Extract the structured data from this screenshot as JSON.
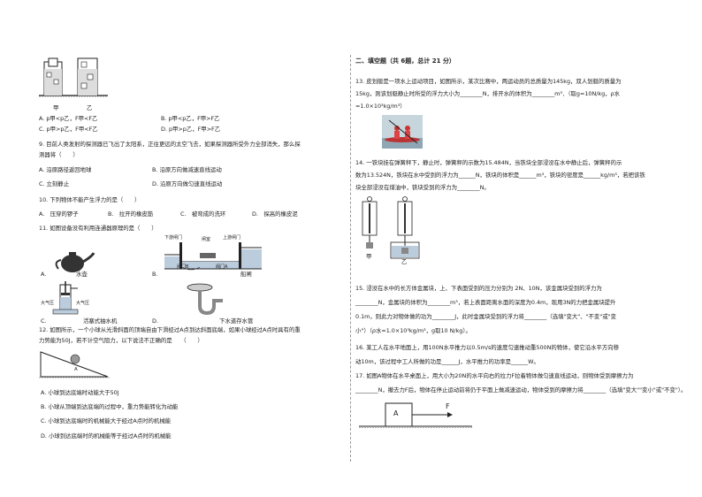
{
  "left": {
    "fig_jia": "甲",
    "fig_yi": "乙",
    "q8_opts": [
      "A. p甲<p乙，F甲<F乙",
      "B. p甲<p乙，F甲>F乙",
      "C. p甲>p乙，F甲<F乙",
      "D. p甲>p乙，F甲>F乙"
    ],
    "q9_stem1": "9.  目前人类发射的探测器已飞出了太阳系，正往更远的太空飞去，如果探测器所受外力全部消失，那么探",
    "q9_stem2": "测器将（　　）",
    "q9_opts": [
      "A. 沿原路径返回地球",
      "B. 沿原方向做减速直线运动",
      "C. 立刻静止",
      "D. 沿原方向做匀速直线运动"
    ],
    "q10_stem": "10.  下列物体不能产生浮力的是（　　）",
    "q10_opts": [
      "A.　压穿的锣子",
      "B.　拉开的橡皮筋",
      "C.　被弯成的洗环",
      "D.　探高的橡皮泥"
    ],
    "q11_stem": "11.  如图设备没有利用连通器原理的是（　　）",
    "q11_fig_labels": [
      "下游闸门",
      "闸室",
      "上游闸门",
      "阀门B",
      "阀门A",
      "船闸",
      "水壶",
      "大气压",
      "大气压",
      "活塞式抽水机",
      "下水道存水管"
    ],
    "q11_letters": [
      "A.",
      "B.",
      "C.",
      "D."
    ],
    "q12_stem1": "12.  如图所示，一个小球从光滑斜面的顶端自由下滑经过A点到达斜面底端，如果小球经过A点时具有的重",
    "q12_stem2": "力势能为50J，若不计空气阻力，以下说法不正确的是　　（　　）",
    "q12_opts": [
      "A. 小球到达底端时动能大于50J",
      "B. 小球从顶端到达底端的过程中，重力势能转化为动能",
      "C. 小球到达底端时的机械能大于经过A点时的机械能",
      "D. 小球到达底端时的机械能等于经过A点时的机械能"
    ]
  },
  "right": {
    "section_title": "二、填空题（共 6题，总计 21 分）",
    "q13": [
      "13.  皮划艇是一项水上运动项目，如图所示，某次比赛中，两运动员的总质量为145kg，双人划艇的质量为",
      "15kg，则该划艇静止时所受的浮力大小为________N，排开水的体积为________m³．（取g=10N/kg，ρ水",
      "=1.0×10³kg/m³）"
    ],
    "q14": [
      "14.  一铁块挂在弹簧秤下，静止时，弹簧秤的示数为15.484N，当铁块全部浸没在水中静止后，弹簧秤的示",
      "数为13.524N，铁块在水中受到的浮力为______N，铁块的体积是______m³，铁块的密度是______kg/m³，若把该铁",
      "块全部浸没在煤油中，铁块受到的浮力为________N。"
    ],
    "q14_labels": [
      "甲",
      "乙"
    ],
    "q15": [
      "15.  浸没在水中的长方体金属块，上、下表面受到的压力分别为 2N、10N，该金属块受到的浮力为",
      "________N，金属块的体积为________m³，若上表面距离水面的深度为0.4m，现用3N的力把金属块提升",
      "0.1m，则此力对物体做的功为________J，此时金属块受到的浮力将________（选填\"变大\"、\"不变\"或\"变",
      "小\"）（ρ水=1.0×10³kg/m³，g取10 N/kg）。"
    ],
    "q16": [
      "16.  某工人在水平地面上，用100N水平推力以0.5m/s的速度匀速推动重500N的物体，使它沿水平方向移",
      "动10m，该过程中工人所做的功是______J，水平推力的功率是______W。"
    ],
    "q17": [
      "17.  如图A物体在水平桌面上，用大小为20N的水平向右的拉力F拉着物体做匀速直线运动，则物体受到摩擦力为",
      "________N，撤去力F后，物体在停止运动前将仍于平面上做减速运动，物体受到的摩擦力将________（选填\"变大\"\"变小\"或\"不变\"）。"
    ],
    "q17_block": "A",
    "q17_force": "F"
  }
}
